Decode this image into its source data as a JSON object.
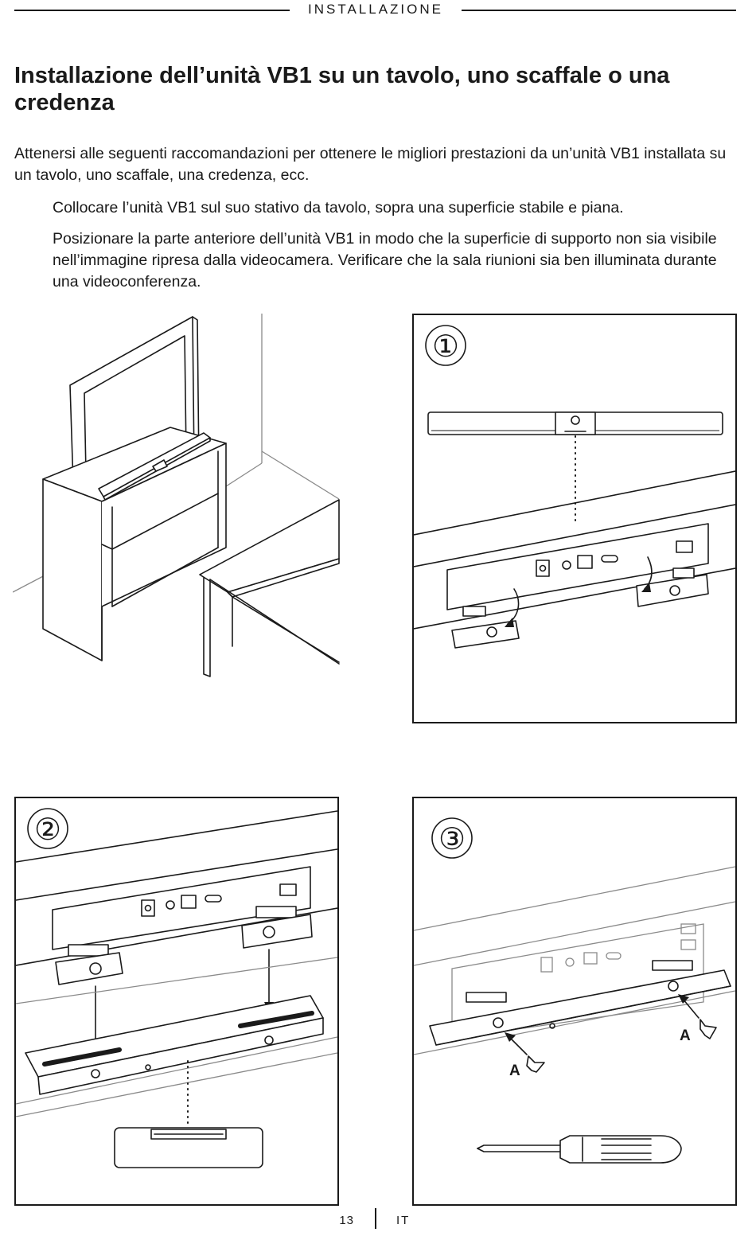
{
  "section_header": "INSTALLAZIONE",
  "title": "Installazione dell’unità VB1 su un tavolo, uno scaffale o una credenza",
  "intro": "Attenersi alle seguenti raccomandazioni per ottenere le migliori prestazioni da un’unità VB1 installata su un tavolo, uno scaffale, una credenza, ecc.",
  "steps": [
    "Collocare l’unità VB1 sul suo stativo da tavolo, sopra una superficie stabile e piana.",
    "Posizionare la parte anteriore dell’unità VB1 in modo che la superficie di supporto non sia visibile nell’immagine ripresa dalla videocamera. Verificare che la sala riunioni sia ben illuminata durante una videoconferenza."
  ],
  "panels": [
    {
      "number": "①"
    },
    {
      "number": "②"
    },
    {
      "number": "③",
      "screw_label_left": "A",
      "screw_label_right": "A"
    }
  ],
  "footer": {
    "page_number": "13",
    "language": "IT"
  }
}
